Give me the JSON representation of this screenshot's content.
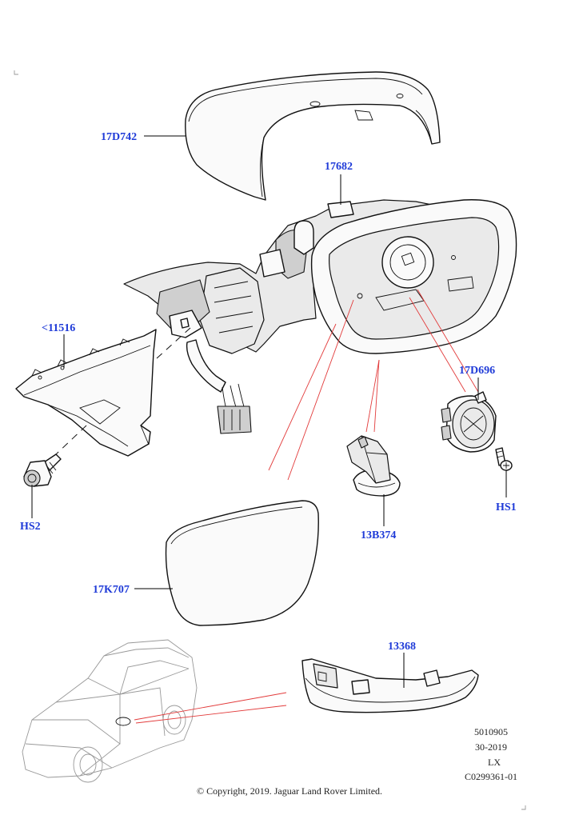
{
  "labels": {
    "cover": "17D742",
    "mirror_assembly": "17682",
    "trim_panel": "<11516",
    "motor": "17D696",
    "screw_hs1": "HS1",
    "bolt_hs2": "HS2",
    "puddle_lamp": "13B374",
    "glass": "17K707",
    "indicator": "13368"
  },
  "info": {
    "line1": "5010905",
    "line2": "30-2019",
    "line3": "LX",
    "line4": "C0299361-01"
  },
  "copyright": "© Copyright, 2019. Jaguar Land Rover Limited.",
  "colors": {
    "label": "#1f3bd8",
    "reference_line": "#e23b3b",
    "outline": "#111111"
  }
}
